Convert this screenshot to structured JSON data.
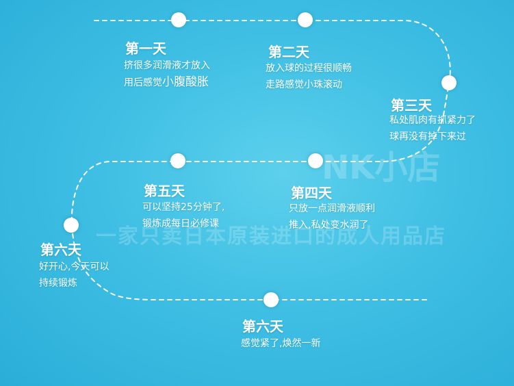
{
  "watermark": {
    "logo": "NK小店",
    "slogan": "一家只卖日本原装进口的成人用品店"
  },
  "colors": {
    "background": "#3fbfe4",
    "path": "#ffffff"
  },
  "stages": [
    {
      "title": "第一天",
      "line1": "挤很多润滑液才放入",
      "line2_prefix": "用后感觉",
      "line2_emph": "小腹酸胀"
    },
    {
      "title": "第二天",
      "line1": "放入球的过程很顺畅",
      "line2": "走路感觉小珠滚动"
    },
    {
      "title": "第三天",
      "line1": "私处肌肉有抓紧力了",
      "line2": "球再没有掉下来过"
    },
    {
      "title": "第四天",
      "line1": "只放一点润滑液顺利",
      "line2": "推入,私处变水润了"
    },
    {
      "title": "第五天",
      "line1": "可以坚持25分钟了,",
      "line2": "锻炼成每日必修课"
    },
    {
      "title": "第六天",
      "line1": "好开心,今天可以",
      "line2": "持续锻炼"
    },
    {
      "title": "第六天",
      "line1": "感觉紧了,焕然一新"
    }
  ]
}
